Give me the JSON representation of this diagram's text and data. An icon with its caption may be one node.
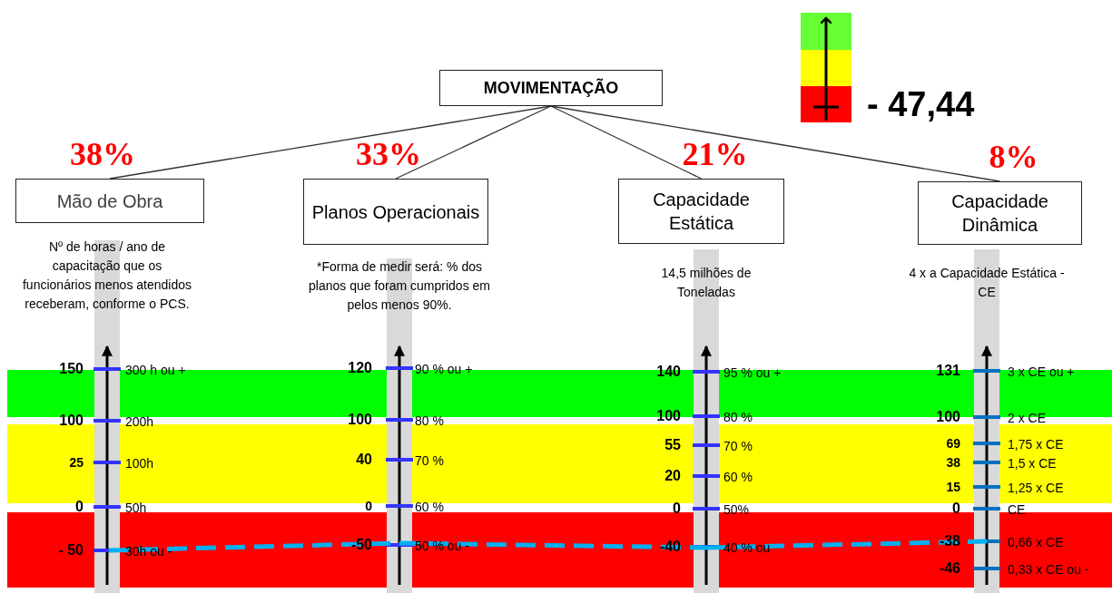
{
  "diagram": {
    "nodes": [
      {
        "text": [
          "MOVIMENTAÇÃO"
        ]
      },
      {
        "text": [
          "Mão de Obra"
        ],
        "beside": [
          "Nº de horas / ano de capacitação que os funcionários menos atendidos receberam, conforme o PCS."
        ]
      },
      {
        "text": [
          "Planos Operacionais"
        ],
        "beside": [
          "*Forma de medir será: % dos planos que foram cumpridos em pelos menos 90%."
        ]
      },
      {
        "text": [
          "Capacidade Estática"
        ],
        "beside": [
          "14,5 milhões de Toneladas"
        ]
      },
      {
        "text": [
          "Capacidade Dinâmica"
        ],
        "beside": [
          "4 x a Capacidade Estática - CE"
        ]
      }
    ],
    "edges": [
      {
        "from": 0,
        "to": 1,
        "arrow": "none",
        "label": "38%"
      },
      {
        "from": 0,
        "to": 2,
        "arrow": "none",
        "label": "33%"
      },
      {
        "from": 0,
        "to": 3,
        "arrow": "none",
        "label": "21%"
      },
      {
        "from": 0,
        "to": 4,
        "arrow": "none",
        "label": "8%"
      }
    ],
    "labels": [
      "- 47,44",
      "150",
      "300 h ou +",
      "100",
      "200h",
      "25",
      "100h",
      "0",
      "50h",
      "- 50",
      "30h ou -",
      "120",
      "90 % ou +",
      "100",
      "80 %",
      "40",
      "70 %",
      "0",
      "60 %",
      "-50",
      "50 % ou -",
      "140",
      "95 % ou +",
      "100",
      "80 %",
      "55",
      "70 %",
      "20",
      "60 %",
      "0",
      "50%",
      "-40",
      "40 % ou",
      "131",
      "3 x CE ou +",
      "100",
      "2 x CE",
      "69",
      "1,75 x CE",
      "38",
      "1,5 x CE",
      "15",
      "1,25 x CE",
      "0",
      "CE",
      "-38",
      "0,66 x CE",
      "-46",
      "0,33 x CE ou -"
    ]
  }
}
